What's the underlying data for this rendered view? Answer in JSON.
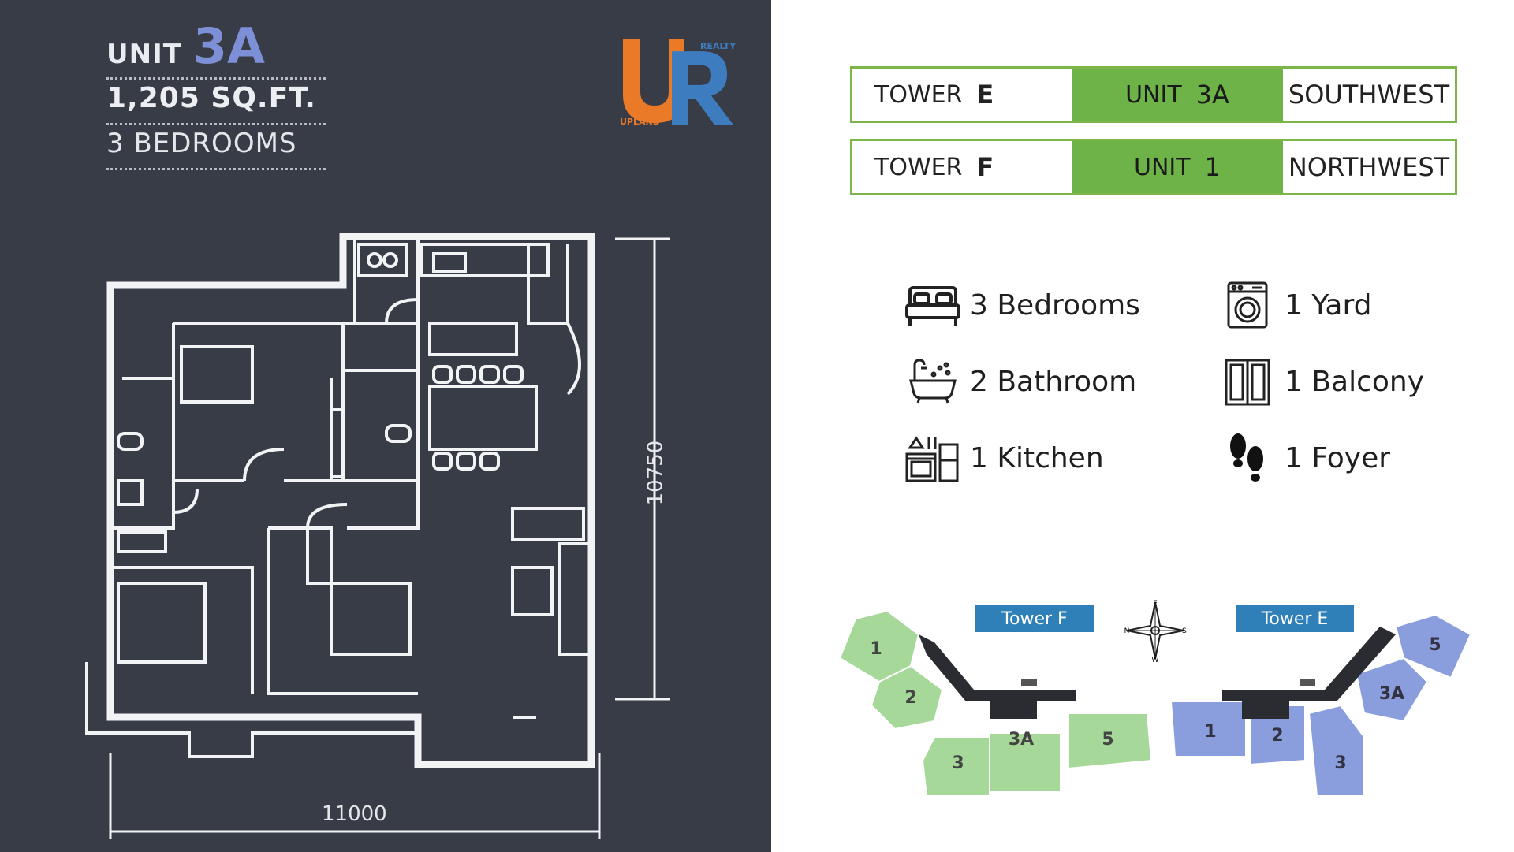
{
  "header": {
    "unit_word": "UNIT",
    "unit_number": "3A",
    "area": "1,205 SQ.FT.",
    "bedrooms": "3 BEDROOMS"
  },
  "logo": {
    "letters": "UR",
    "top_text": "REALTY",
    "bottom_text": "UPLAND",
    "colors": {
      "u": "#ea7a27",
      "r": "#3e7cc0"
    }
  },
  "dimensions": {
    "height": "10750",
    "width": "11000"
  },
  "units_table": [
    {
      "tower_word": "TOWER",
      "tower": "E",
      "unit_word": "UNIT",
      "unit": "3A",
      "orientation": "SOUTHWEST"
    },
    {
      "tower_word": "TOWER",
      "tower": "F",
      "unit_word": "UNIT",
      "unit": "1",
      "orientation": "NORTHWEST"
    }
  ],
  "features": [
    {
      "icon": "bed-icon",
      "label": "3 Bedrooms"
    },
    {
      "icon": "yard-washer-icon",
      "label": "1 Yard"
    },
    {
      "icon": "bathtub-icon",
      "label": "2 Bathroom"
    },
    {
      "icon": "balcony-door-icon",
      "label": "1 Balcony"
    },
    {
      "icon": "kitchen-icon",
      "label": "1 Kitchen"
    },
    {
      "icon": "footprints-icon",
      "label": "1 Foyer"
    }
  ],
  "site_plan": {
    "tower_f_label": "Tower F",
    "tower_e_label": "Tower E",
    "compass": {
      "n": "N",
      "e": "E",
      "s": "S",
      "w": "W"
    },
    "tower_f_units": [
      "1",
      "2",
      "3",
      "3A",
      "5"
    ],
    "tower_e_units": [
      "1",
      "2",
      "3",
      "3A",
      "5"
    ],
    "colors": {
      "tower_f": "#a6d89a",
      "tower_e": "#8a9ddc",
      "tag": "#2f80b8",
      "accent_green": "#6db348"
    }
  }
}
